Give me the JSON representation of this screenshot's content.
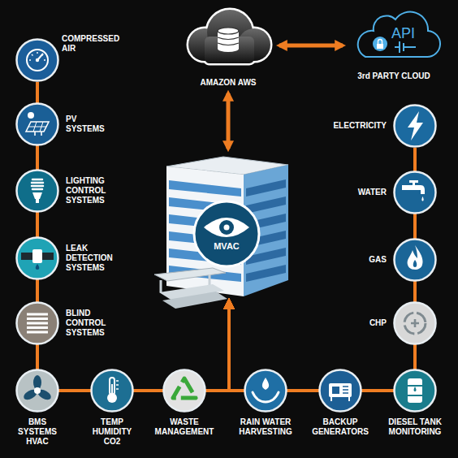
{
  "diagram": {
    "nodes": [
      {
        "text": [
          "AMAZON AWS"
        ]
      },
      {
        "text": [
          "API",
          "3rd PARTY CLOUD"
        ]
      },
      {
        "text": [
          "MVAC"
        ]
      },
      {
        "text": [
          "COMPRESSED AIR"
        ]
      },
      {
        "text": [
          "PV SYSTEMS"
        ]
      },
      {
        "text": [
          "LIGHTING CONTROL SYSTEMS"
        ]
      },
      {
        "text": [
          "LEAK DETECTION SYSTEMS"
        ]
      },
      {
        "text": [
          "BLIND CONTROL SYSTEMS"
        ]
      },
      {
        "text": [
          "ELECTRICITY"
        ]
      },
      {
        "text": [
          "WATER"
        ]
      },
      {
        "text": [
          "GAS"
        ]
      },
      {
        "text": [
          "CHP"
        ]
      },
      {
        "text": [
          "BMS SYSTEMS HVAC"
        ]
      },
      {
        "text": [
          "TEMP HUMIDITY CO2"
        ]
      },
      {
        "text": [
          "WASTE MANAGEMENT"
        ]
      },
      {
        "text": [
          "RAIN WATER HARVESTING"
        ]
      },
      {
        "text": [
          "BACKUP GENERATORS"
        ]
      },
      {
        "text": [
          "DIESEL TANK MONITORING"
        ]
      }
    ],
    "edges": [
      {
        "from": 0,
        "to": 1,
        "arrow": "both"
      },
      {
        "from": 0,
        "to": 2,
        "arrow": "both"
      },
      {
        "from": 3,
        "to": 2,
        "arrow": "to"
      },
      {
        "from": 4,
        "to": 2,
        "arrow": "to"
      },
      {
        "from": 5,
        "to": 2,
        "arrow": "to"
      },
      {
        "from": 6,
        "to": 2,
        "arrow": "to"
      },
      {
        "from": 7,
        "to": 2,
        "arrow": "to"
      },
      {
        "from": 8,
        "to": 2,
        "arrow": "to"
      },
      {
        "from": 9,
        "to": 2,
        "arrow": "to"
      },
      {
        "from": 10,
        "to": 2,
        "arrow": "to"
      },
      {
        "from": 11,
        "to": 2,
        "arrow": "to"
      },
      {
        "from": 12,
        "to": 2,
        "arrow": "to"
      },
      {
        "from": 13,
        "to": 2,
        "arrow": "to"
      },
      {
        "from": 14,
        "to": 2,
        "arrow": "to"
      },
      {
        "from": 15,
        "to": 2,
        "arrow": "to"
      },
      {
        "from": 16,
        "to": 2,
        "arrow": "to"
      },
      {
        "from": 17,
        "to": 2,
        "arrow": "to"
      }
    ]
  }
}
